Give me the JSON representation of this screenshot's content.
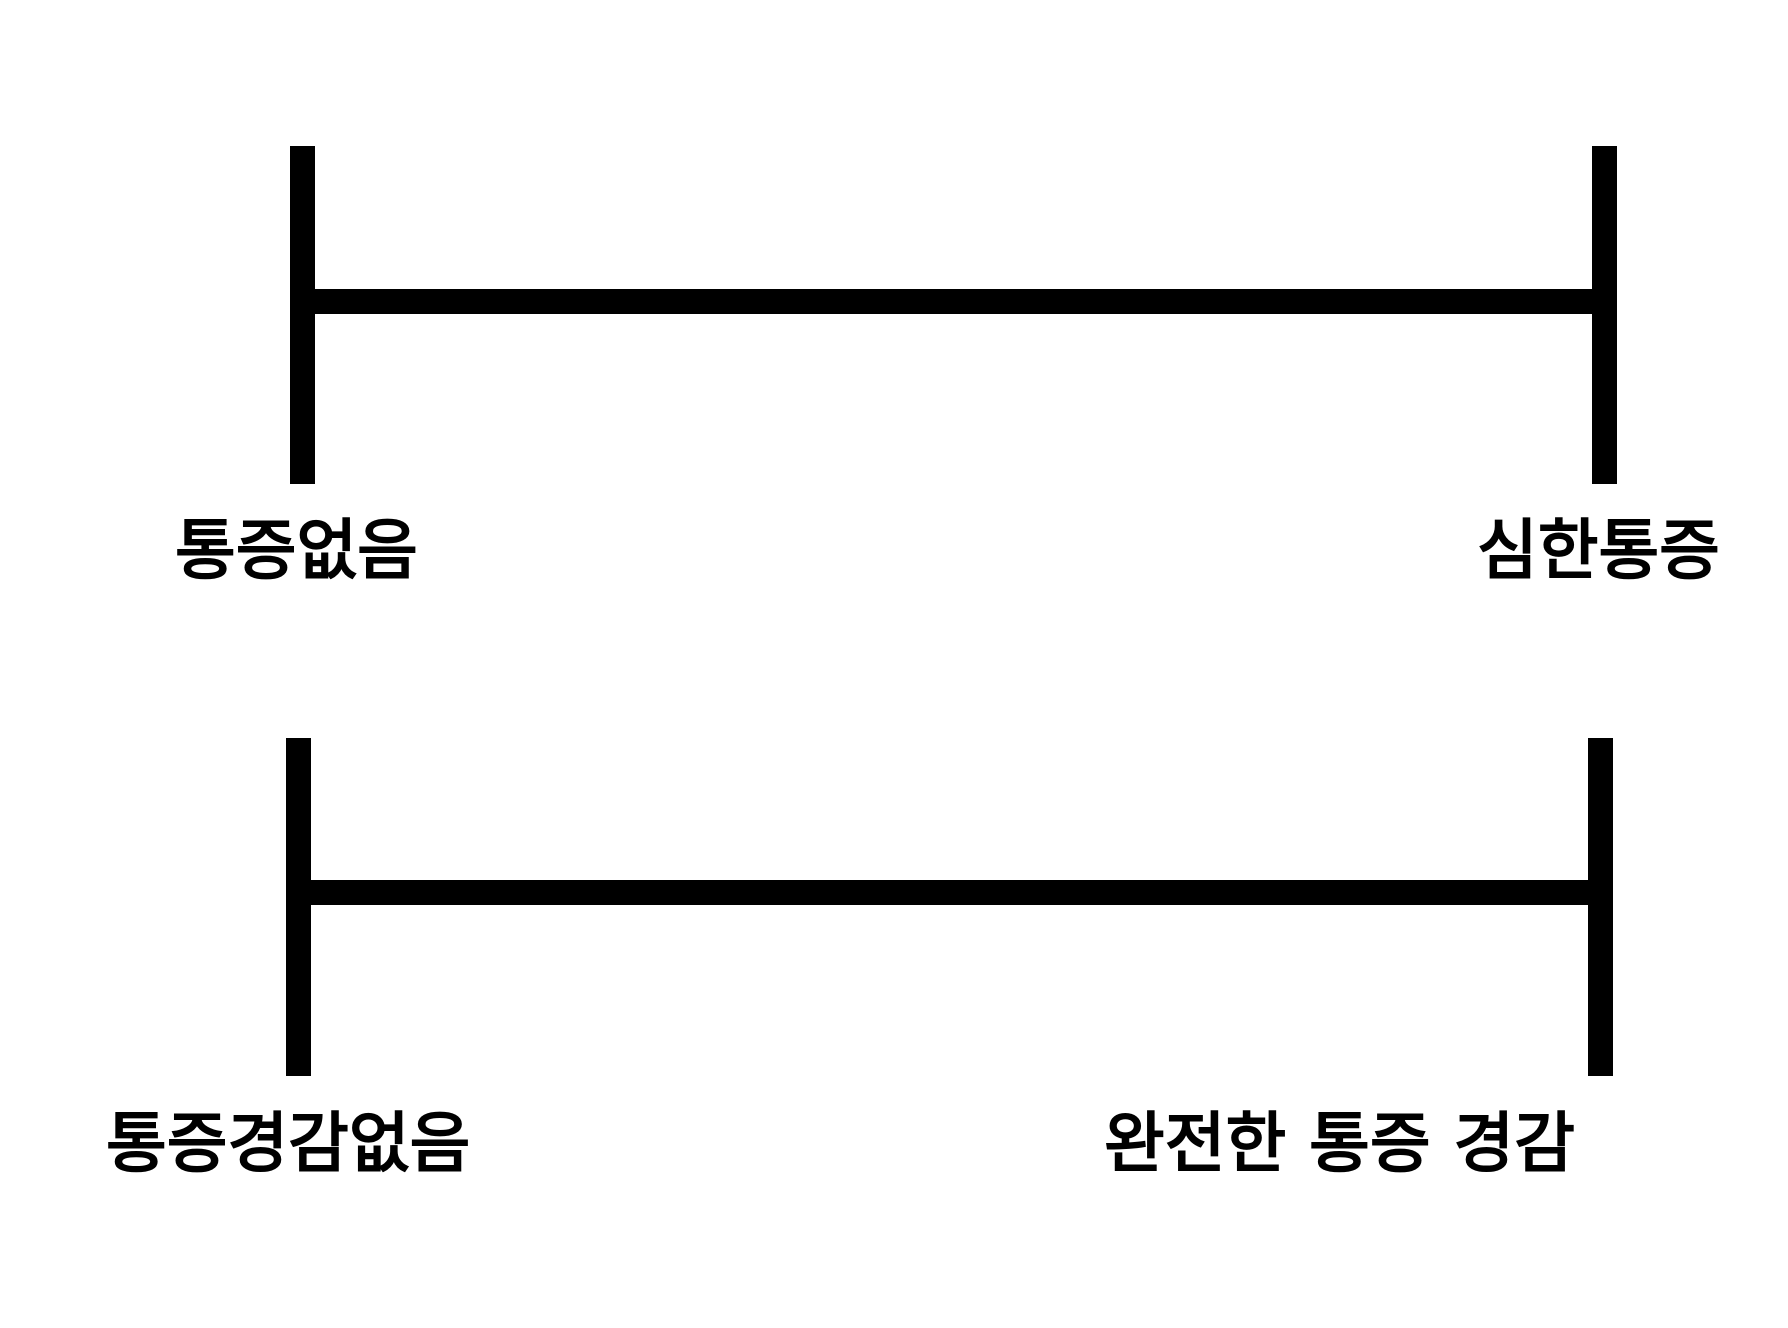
{
  "scales": [
    {
      "left_label": "통증없음",
      "right_label": "심한통증"
    },
    {
      "left_label": "통증경감없음",
      "right_label": "완전한 통증 경감"
    }
  ],
  "line_color": "#000000"
}
